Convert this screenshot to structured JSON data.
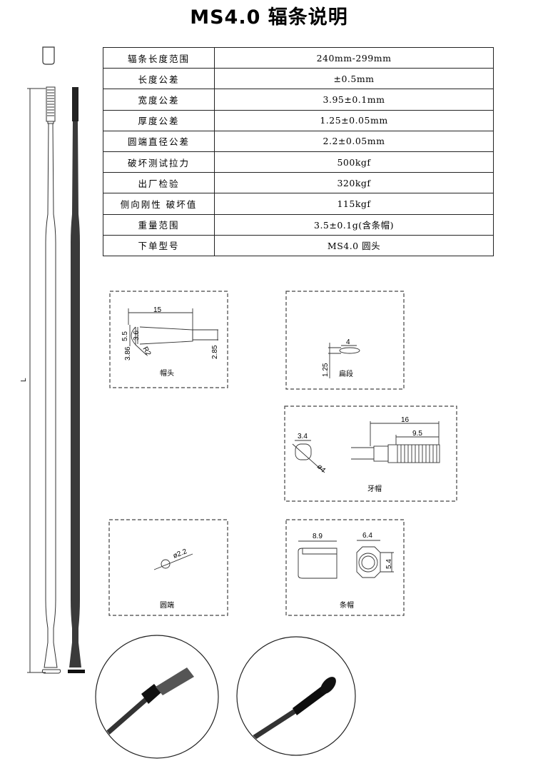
{
  "title": "MS4.0 辐条说明",
  "spec_table": [
    {
      "label": "辐条长度范围",
      "value": "240mm-299mm"
    },
    {
      "label": "长度公差",
      "value": "±0.5mm"
    },
    {
      "label": "宽度公差",
      "value": "3.95±0.1mm"
    },
    {
      "label": "厚度公差",
      "value": "1.25±0.05mm"
    },
    {
      "label": "圆端直径公差",
      "value": "2.2±0.05mm"
    },
    {
      "label": "破坏测试拉力",
      "value": "500kgf"
    },
    {
      "label": "出厂检验",
      "value": "320kgf"
    },
    {
      "label": "侧向刚性 破坏值",
      "value": "115kgf"
    },
    {
      "label": "重量范围",
      "value": "3.5±0.1g(含条帽)"
    },
    {
      "label": "下单型号",
      "value": "MS4.0 圆头"
    }
  ],
  "spoke": {
    "length_label": "L"
  },
  "details": {
    "head": {
      "caption": "帽头",
      "dims": [
        "15",
        "5.5",
        "3.6",
        "3.86",
        "R2",
        "2.85"
      ]
    },
    "flat": {
      "caption": "扁段",
      "dims": [
        "4",
        "1.25"
      ]
    },
    "thread": {
      "caption": "牙帽",
      "dims": [
        "3.4",
        "ø4",
        "16",
        "9.5"
      ]
    },
    "round": {
      "caption": "圆端",
      "dims": [
        "ø2.2"
      ]
    },
    "nipple": {
      "caption": "条帽",
      "dims": [
        "8.9",
        "6.4",
        "5.4"
      ]
    }
  }
}
